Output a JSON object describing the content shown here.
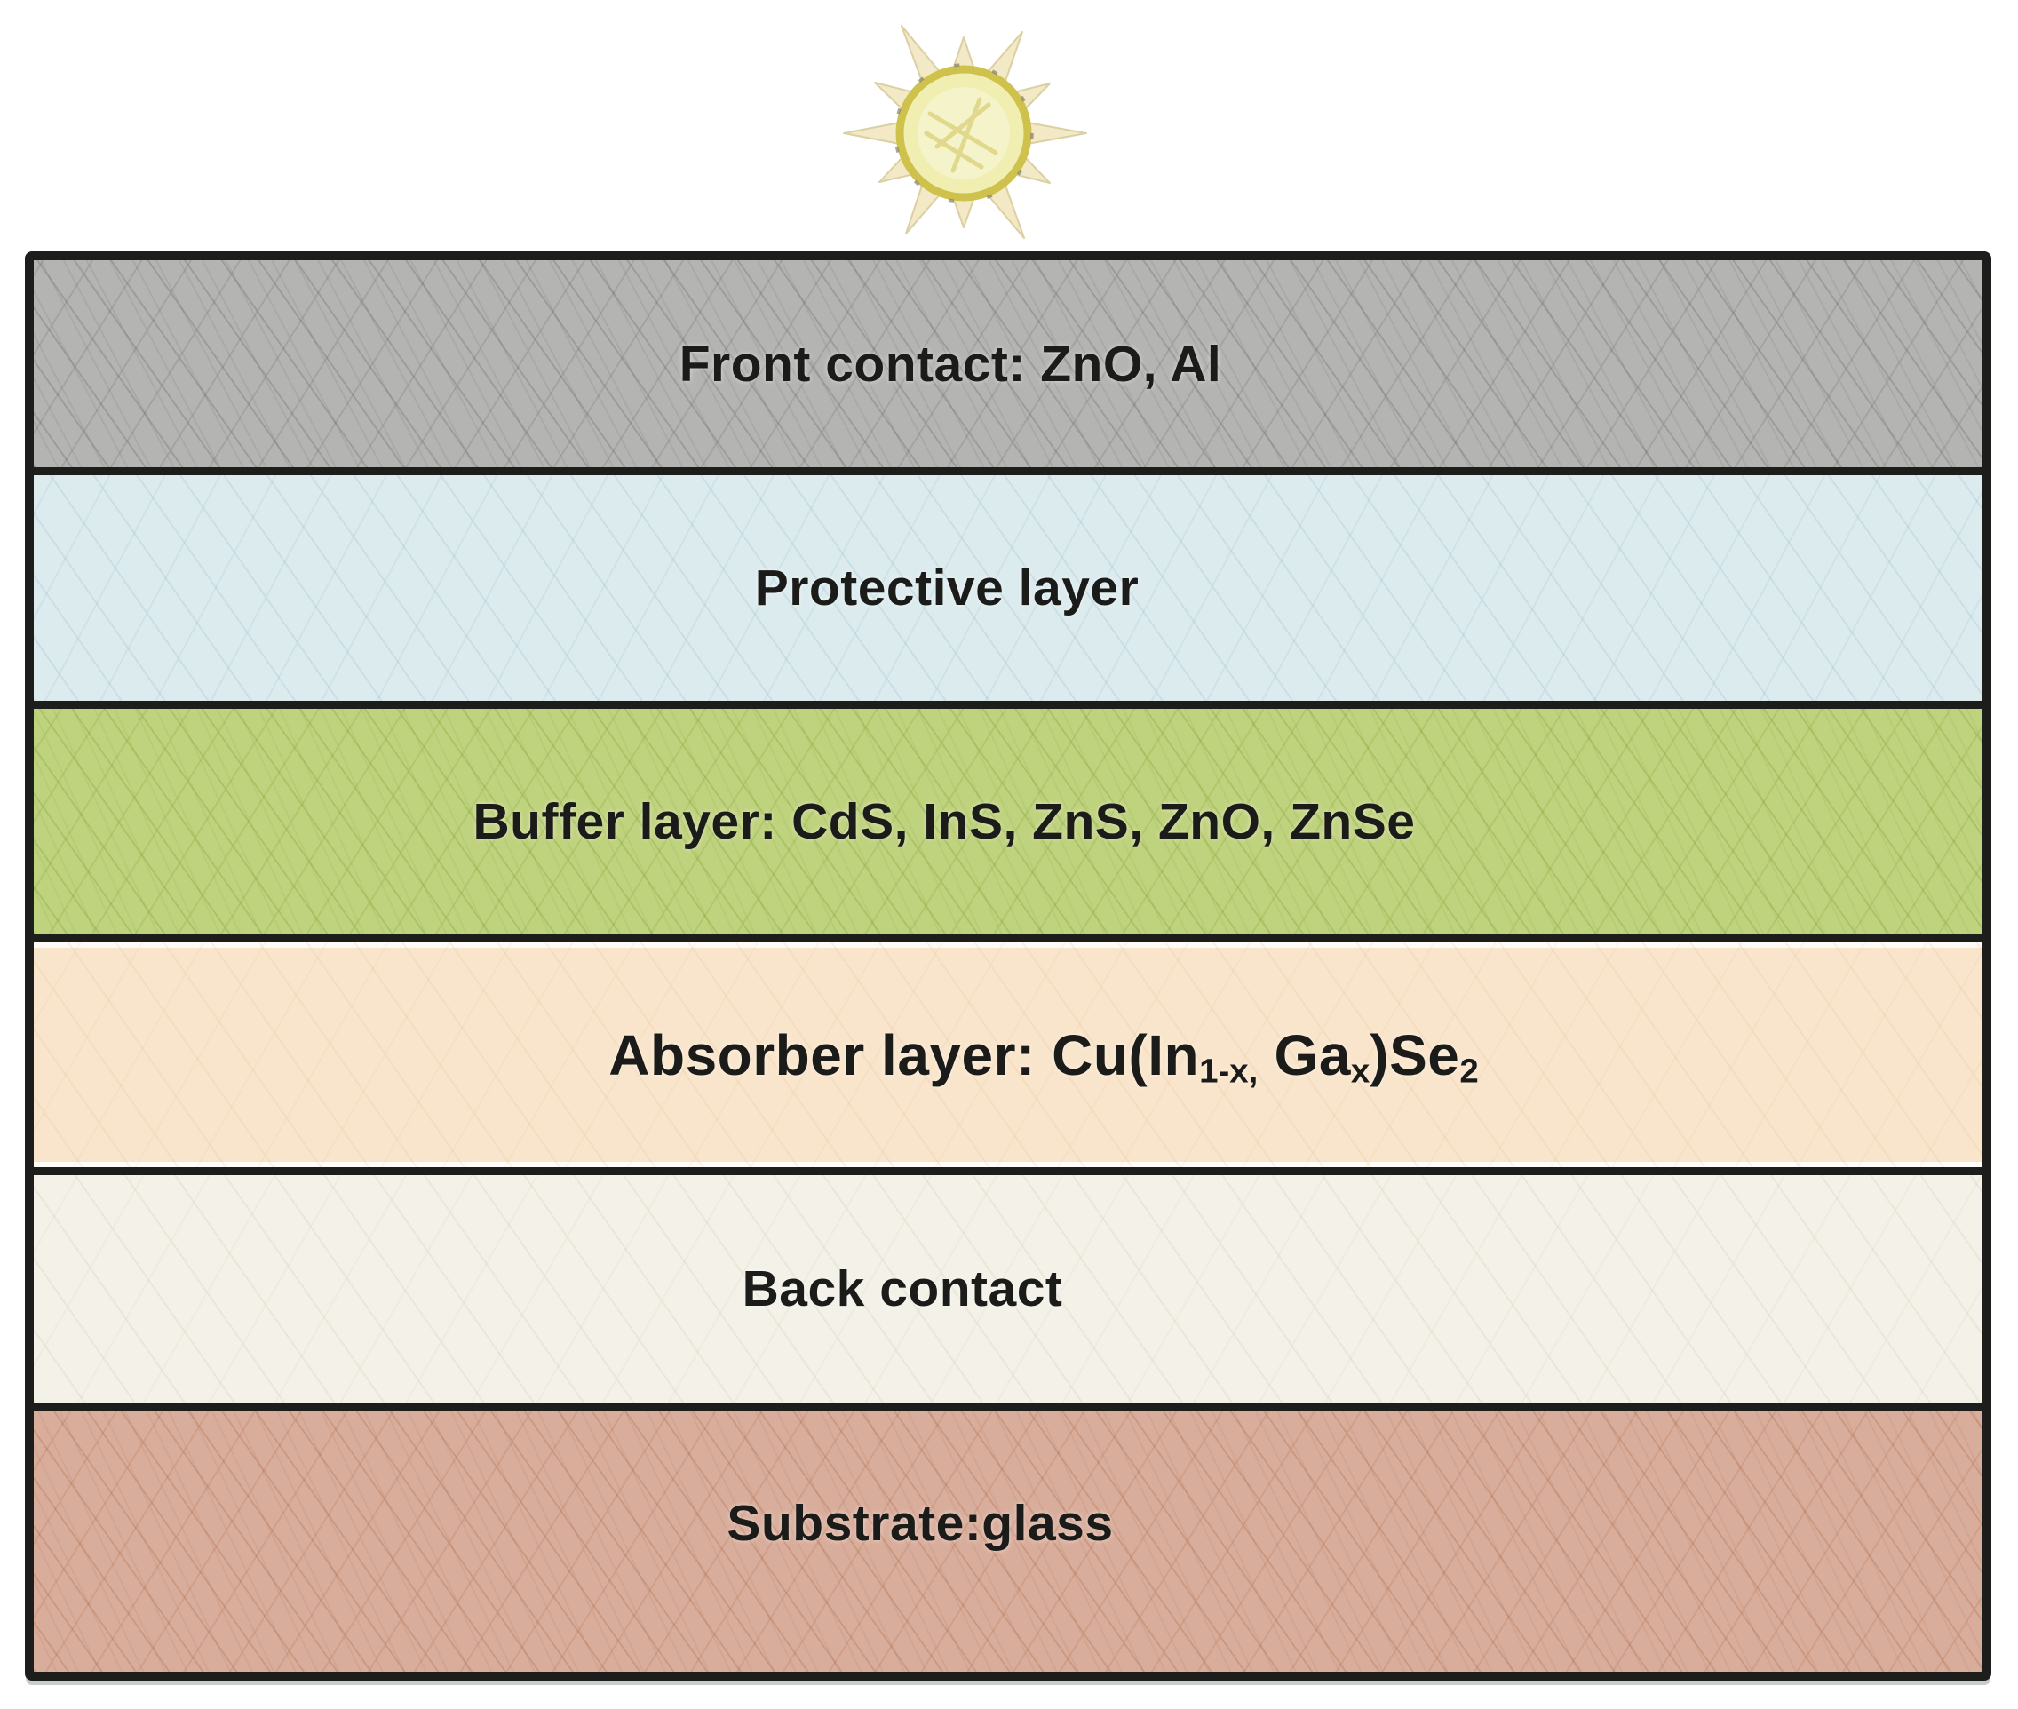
{
  "diagram": {
    "description": "Solar cell layer structure",
    "border_color": "#1d1d1b",
    "sun": {
      "body_fill": "#f1eeb2",
      "body_center_fill": "#f6f4d0",
      "ring_stroke": "#cfc24c",
      "scribble_stroke": "#ddd483",
      "ray_fill": "#f3e9c6",
      "ray_stroke": "#dbd0a2",
      "sketch_marks": "#7a7668"
    },
    "layers": [
      {
        "name": "front-contact",
        "label": "Front contact: ZnO, Al",
        "fill": "#b4b4b2",
        "hatch": "#7e7e7c"
      },
      {
        "name": "protective-layer",
        "label": "Protective layer",
        "fill": "#dcebee",
        "hatch": "#9fc4cf"
      },
      {
        "name": "buffer-layer",
        "label": "Buffer layer: CdS, InS, ZnS, ZnO, ZnSe",
        "fill": "#bfd27d",
        "hatch": "#9dbd56"
      },
      {
        "name": "absorber-layer",
        "fill": "#f9e5cb",
        "hatch": "#e0bf9a",
        "parts": {
          "p1": "Absorber layer: Cu(In",
          "s1": "1-x,",
          "p2": " Ga",
          "s2": "x",
          "p3": ")Se",
          "s3": "2"
        },
        "label_plain": "Absorber layer: Cu(In1-x, Gax)Se2"
      },
      {
        "name": "back-contact",
        "label": "Back contact",
        "fill": "#f3f1e8",
        "hatch": "#cfc9b2"
      },
      {
        "name": "substrate",
        "label": "Substrate:glass",
        "fill": "#d9ad9b",
        "hatch": "#b4795c"
      }
    ]
  }
}
